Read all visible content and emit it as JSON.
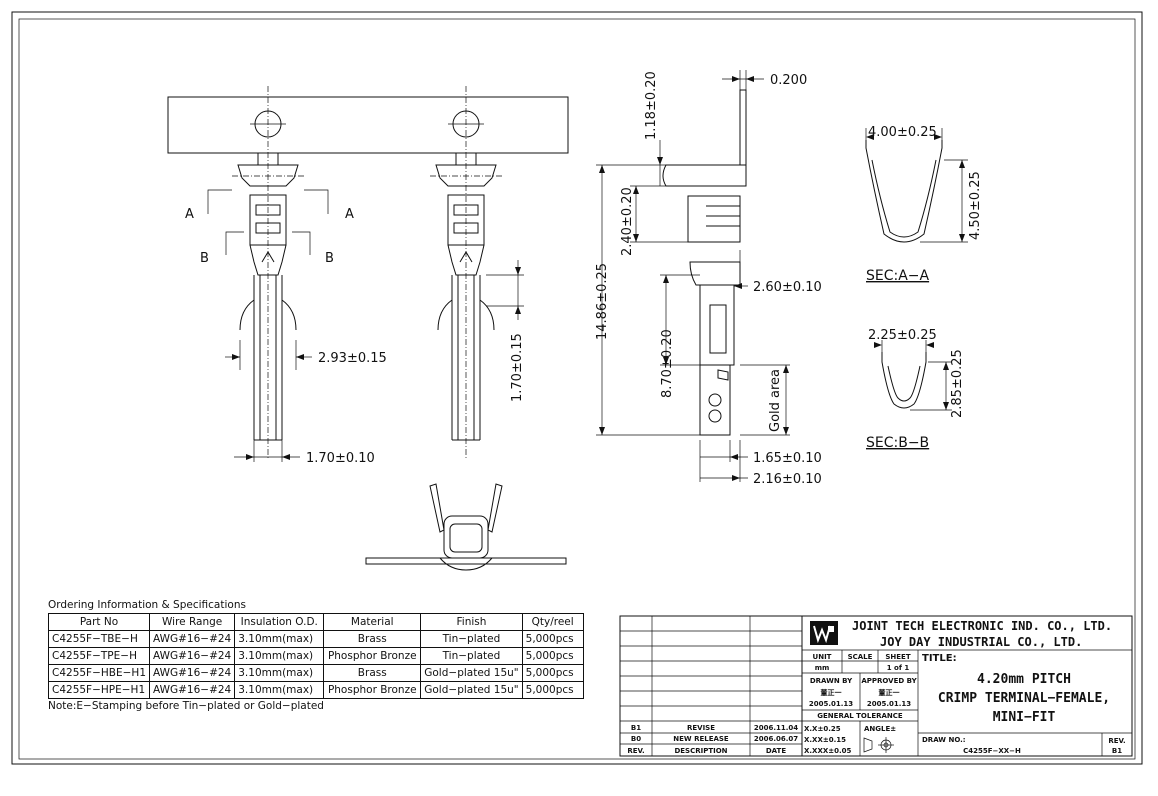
{
  "drawing": {
    "dims": {
      "top_thickness": "0.200",
      "d_1_18": "1.18±0.20",
      "d_2_40_a": "2.40±0.20",
      "d_14_86": "14.86±0.25",
      "d_2_60": "2.60±0.10",
      "d_8_70": "8.70±0.20",
      "d_1_65": "1.65±0.10",
      "d_2_16": "2.16±0.10",
      "gold_area": "Gold area",
      "d_2_93": "2.93±0.15",
      "d_1_70_w": "1.70±0.10",
      "d_1_70_h": "1.70±0.15",
      "sec_a_w": "4.00±0.25",
      "sec_a_h": "4.50±0.25",
      "sec_b_w": "2.25±0.25",
      "sec_b_h": "2.85±0.25"
    },
    "labels": {
      "a_left": "A",
      "a_right": "A",
      "b_left": "B",
      "b_right": "B",
      "sec_a": "SEC:A−A",
      "sec_b": "SEC:B−B"
    }
  },
  "ordering": {
    "caption": "Ordering Information & Specifications",
    "headers": [
      "Part No",
      "Wire Range",
      "Insulation O.D.",
      "Material",
      "Finish",
      "Qty/reel"
    ],
    "rows": [
      [
        "C4255F−TBE−H",
        "AWG#16−#24",
        "3.10mm(max)",
        "Brass",
        "Tin−plated",
        "5,000pcs"
      ],
      [
        "C4255F−TPE−H",
        "AWG#16−#24",
        "3.10mm(max)",
        "Phosphor Bronze",
        "Tin−plated",
        "5,000pcs"
      ],
      [
        "C4255F−HBE−H1",
        "AWG#16−#24",
        "3.10mm(max)",
        "Brass",
        "Gold−plated 15u\"",
        "5,000pcs"
      ],
      [
        "C4255F−HPE−H1",
        "AWG#16−#24",
        "3.10mm(max)",
        "Phosphor Bronze",
        "Gold−plated 15u\"",
        "5,000pcs"
      ]
    ],
    "note": "Note:E−Stamping before Tin−plated or Gold−plated"
  },
  "title_block": {
    "company1": "JOINT TECH ELECTRONIC IND. CO., LTD.",
    "company2": "JOY DAY INDUSTRIAL CO., LTD.",
    "unit_label": "UNIT",
    "unit_value": "mm",
    "scale_label": "SCALE",
    "sheet_label": "SHEET",
    "sheet_value": "1 of 1",
    "title_label": "TITLE:",
    "title_line1": "4.20mm PITCH",
    "title_line2": "CRIMP TERMINAL−FEMALE,",
    "title_line3": "MINI−FIT",
    "drawn_by_label": "DRAWN BY",
    "drawn_by_name": "董正一",
    "drawn_date": "2005.01.13",
    "approved_by_label": "APPROVED BY",
    "approved_by_name": "董正一",
    "approved_date": "2005.01.13",
    "gen_tol_label": "GENERAL TOLERANCE",
    "tol1": "X.X±0.25",
    "tol2": "X.XX±0.15",
    "tol3": "X.XXX±0.05",
    "angle_label": "ANGLE±",
    "draw_no_label": "DRAW NO.:",
    "draw_no_value": "C4255F−XX−H",
    "rev_label": "REV.",
    "rev_value": "B1",
    "rev_rows": [
      {
        "rev": "B1",
        "desc": "REVISE",
        "date": "2006.11.04"
      },
      {
        "rev": "B0",
        "desc": "NEW RELEASE",
        "date": "2006.06.07"
      }
    ],
    "rev_header": {
      "rev": "REV.",
      "desc": "DESCRIPTION",
      "date": "DATE"
    }
  }
}
